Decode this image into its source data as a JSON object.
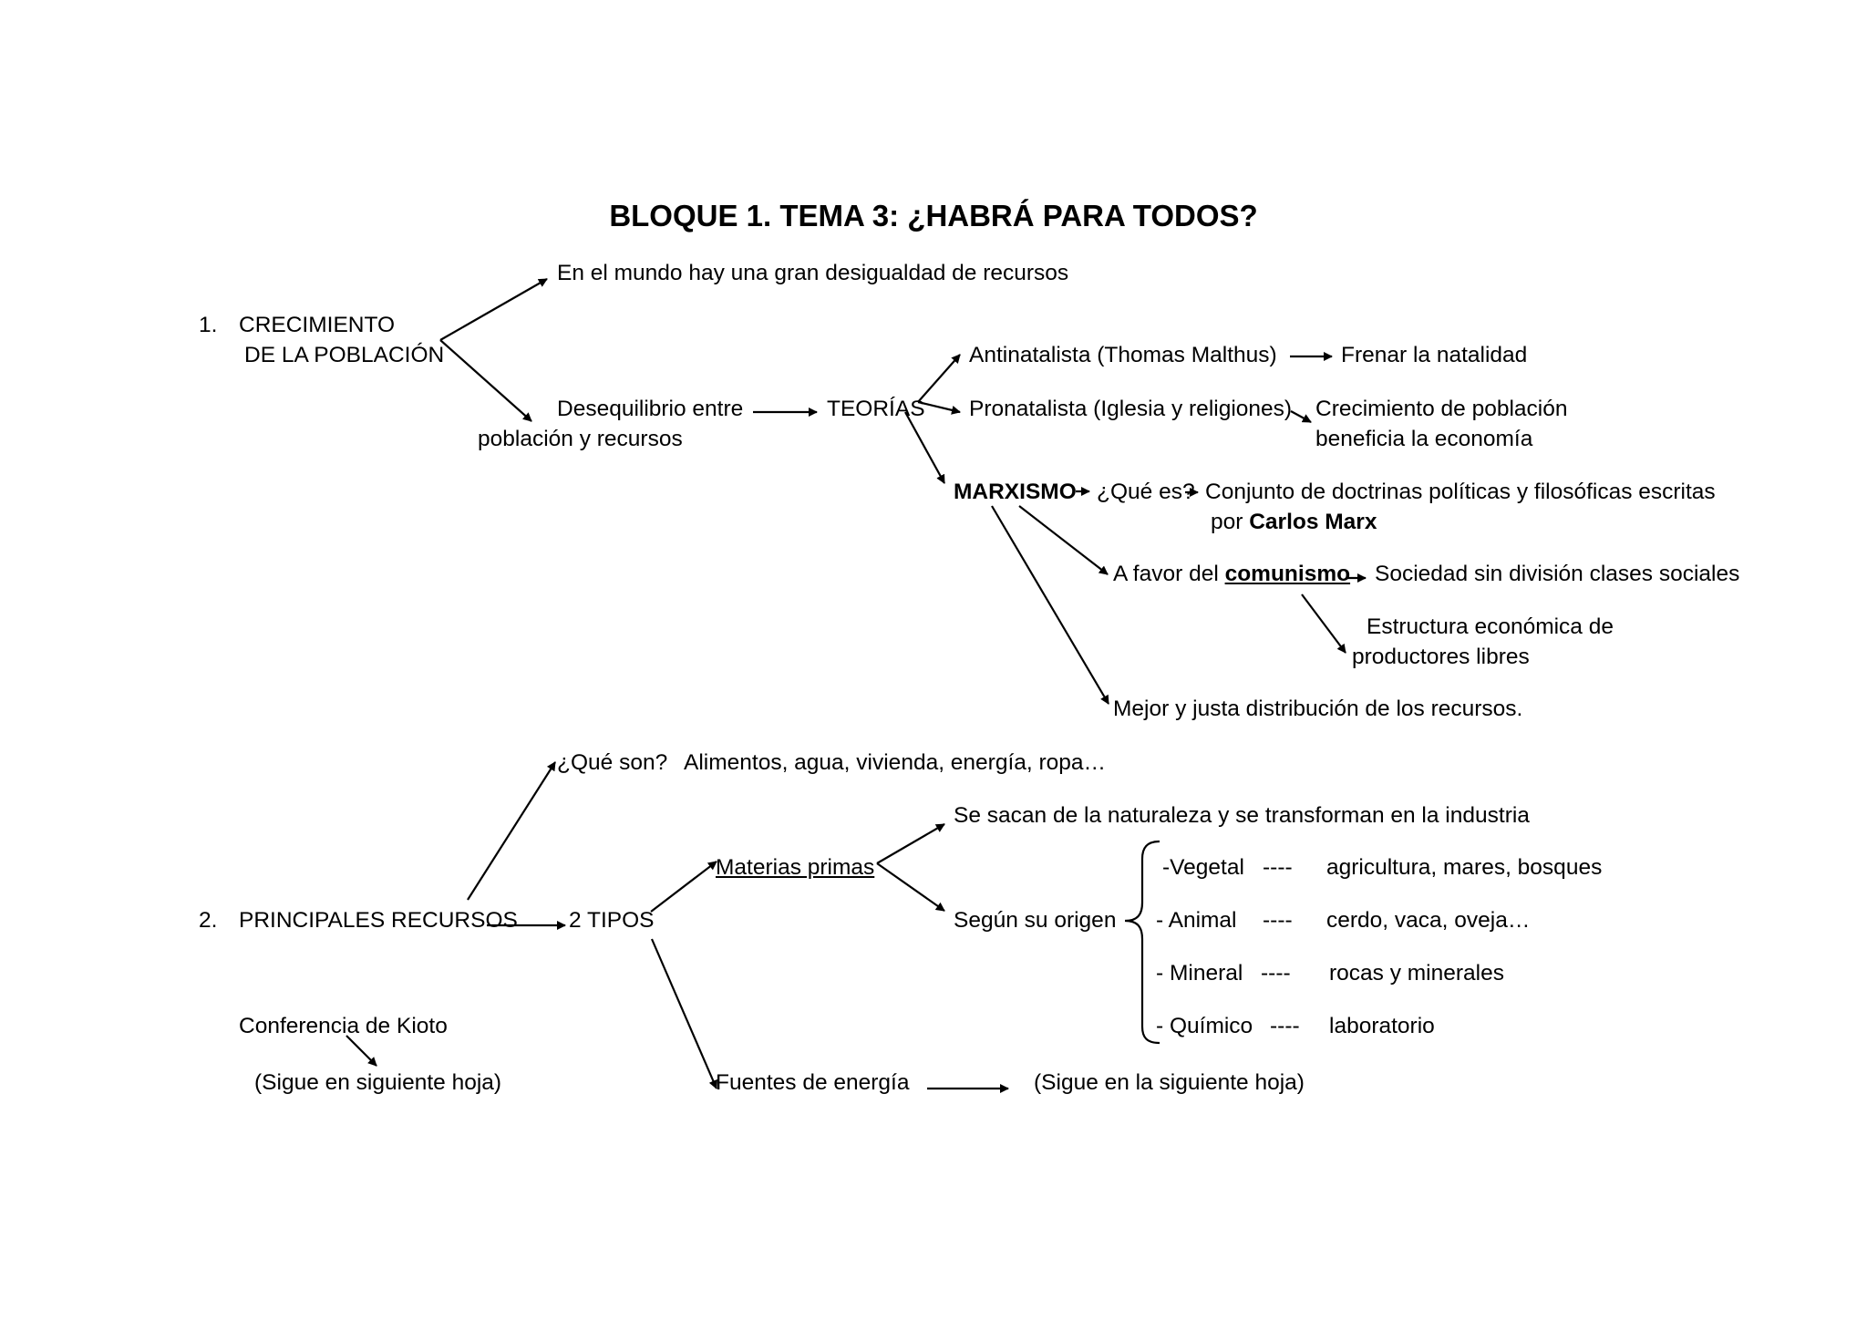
{
  "title": "BLOQUE 1. TEMA 3: ¿HABRÁ PARA TODOS?",
  "section1": {
    "number": "1.",
    "label_line1": "CRECIMIENTO",
    "label_line2": "DE LA POBLACIÓN",
    "desigualdad": "En el mundo hay una gran desigualdad de recursos",
    "desequilibrio_line1": "Desequilibrio entre",
    "desequilibrio_line2": "población y recursos",
    "teorias": "TEORÍAS",
    "antinatalista": "Antinatalista  (Thomas Malthus)",
    "frenar": "Frenar la natalidad",
    "pronatalista": "Pronatalista (Iglesia y religiones)",
    "crecimiento_line1": "Crecimiento de población",
    "crecimiento_line2": "beneficia la economía",
    "marxismo": "MARXISMO",
    "que_es": "¿Qué es?",
    "conjunto_line1": "Conjunto de doctrinas políticas y filosóficas escritas",
    "conjunto_line2_prefix": "por ",
    "carlos_marx": "Carlos Marx",
    "a_favor_prefix": "A favor del ",
    "comunismo": "comunismo",
    "sociedad": "Sociedad sin división clases sociales",
    "estructura_line1": "Estructura económica de",
    "estructura_line2": "productores libres",
    "mejor": "Mejor y justa distribución de los recursos."
  },
  "section2": {
    "number": "2.",
    "label": "PRINCIPALES RECURSOS",
    "que_son": "¿Qué son?",
    "que_son_answer": "Alimentos, agua, vivienda, energía, ropa…",
    "tipos": "2 TIPOS",
    "materias": "Materias primas",
    "se_sacan": "Se sacan de la naturaleza y se transforman en la industria",
    "segun": "Según su origen",
    "origins": [
      {
        "type": "-Vegetal",
        "dash": "----",
        "example": "agricultura, mares, bosques"
      },
      {
        "type": "- Animal",
        "dash": "----",
        "example": "cerdo, vaca, oveja…"
      },
      {
        "type": "- Mineral",
        "dash": "----",
        "example": "rocas y minerales"
      },
      {
        "type": "- Químico",
        "dash": "----",
        "example": "laboratorio"
      }
    ],
    "fuentes": "Fuentes de energía",
    "sigue_la": "(Sigue en la siguiente hoja)",
    "kioto": "Conferencia de Kioto",
    "sigue": "(Sigue en siguiente hoja)"
  }
}
